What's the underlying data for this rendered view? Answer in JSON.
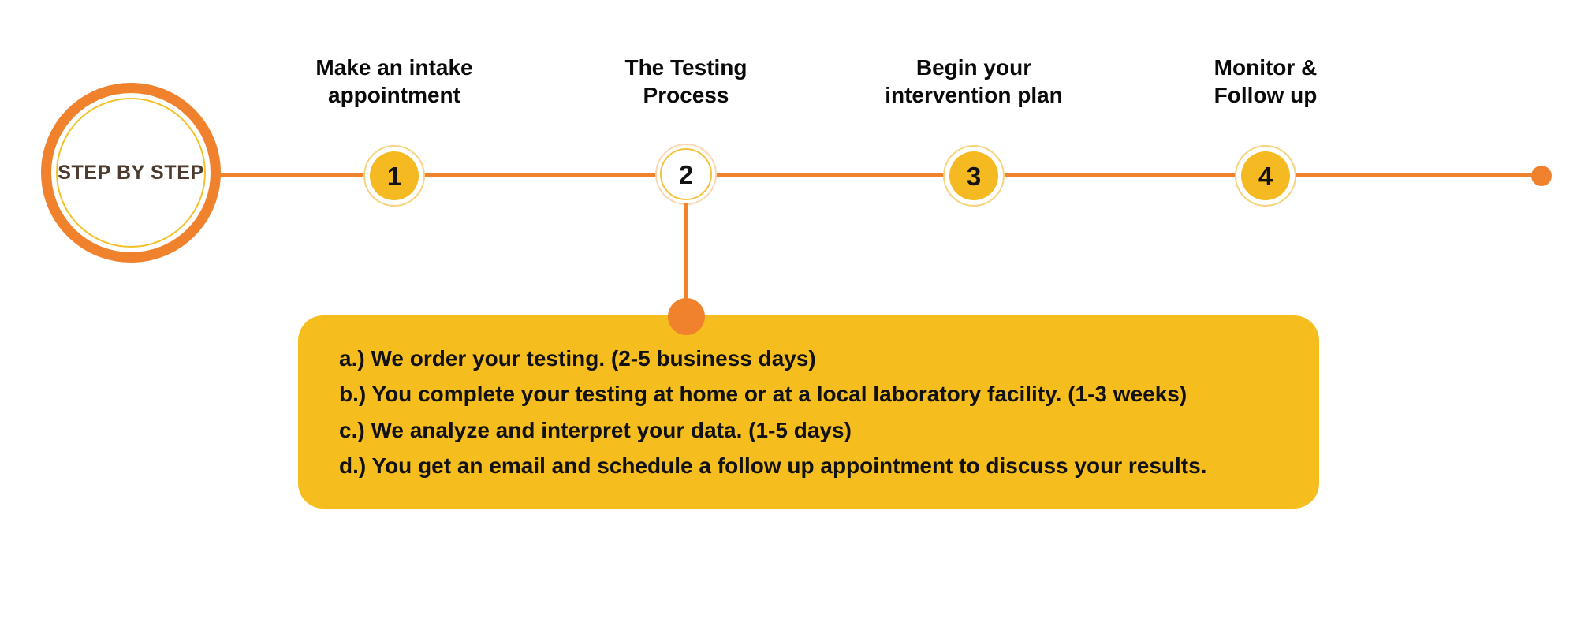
{
  "hub": {
    "label": "STEP BY STEP",
    "ring_color": "#F0822E",
    "inner_ring_color": "#F3C126",
    "text_color": "#4C3B2E"
  },
  "timeline": {
    "line_color": "#F0822E",
    "node_fill_color": "#F5B921",
    "node_ring_color": "#F6D37A",
    "active_node_ring_color": "#FBD5B0",
    "end_dot_color": "#F0822E"
  },
  "steps": [
    {
      "number": "1",
      "label_line1": "Make an intake",
      "label_line2": "appointment",
      "state": "filled"
    },
    {
      "number": "2",
      "label_line1": "The Testing",
      "label_line2": "Process",
      "state": "hollow"
    },
    {
      "number": "3",
      "label_line1": "Begin your",
      "label_line2": "intervention plan",
      "state": "filled"
    },
    {
      "number": "4",
      "label_line1": "Monitor &",
      "label_line2": "Follow up",
      "state": "filled"
    }
  ],
  "callout": {
    "background_color": "#F5BE1E",
    "text_color": "#111111",
    "connector_dot_color": "#F0822E",
    "lines": [
      "a.) We order your testing. (2-5 business days)",
      "b.) You complete your testing at home or at a local laboratory facility. (1-3 weeks)",
      "c.) We analyze and interpret your data. (1-5 days)",
      "d.) You get an email and schedule a follow up appointment to discuss your results."
    ]
  }
}
